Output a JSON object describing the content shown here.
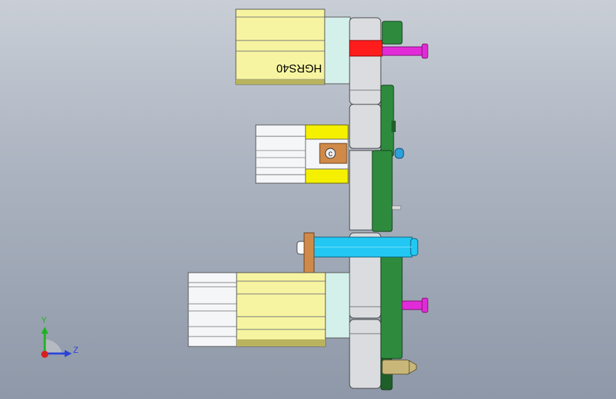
{
  "viewport": {
    "background_top": "#c9ced6",
    "background_bottom": "#8e98a8"
  },
  "model": {
    "part_label": "HGRS40",
    "colors": {
      "cylinder_body": "#f6f4a0",
      "cylinder_shadow": "#b8b35e",
      "plate": "#dadcdf",
      "plate_edge": "#6a6e73",
      "mint": "#d4f0ea",
      "green_plate": "#2e8b3e",
      "green_dark": "#1e5f2a",
      "magenta_pin": "#e22bd8",
      "red_block": "#ff1c1c",
      "yellow_bar": "#f5f000",
      "copper": "#cf8a4a",
      "blue_rod": "#22c8f3",
      "white_body": "#f4f6f8",
      "brass": "#c9b77a"
    }
  },
  "axis_triad": {
    "y_label": "Y",
    "z_label": "Z",
    "y_color": "#1fb31f",
    "z_color": "#2a44d6",
    "x_color": "#d62020"
  }
}
